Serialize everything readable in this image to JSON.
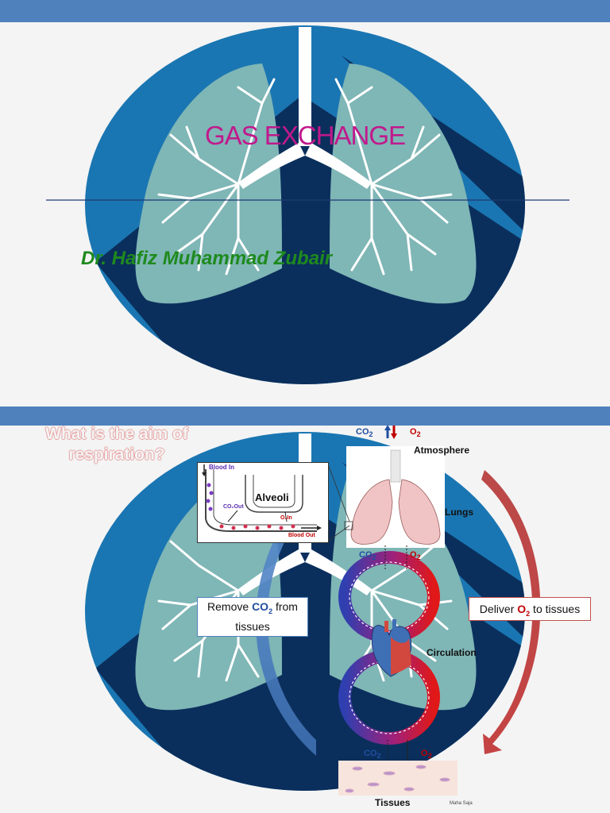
{
  "slide1": {
    "title": "GAS EXCHANGE",
    "author": "Dr. Hafiz Muhammad Zubair"
  },
  "slide2": {
    "question": "What is the aim of respiration?",
    "remove_callout": {
      "prefix": "Remove ",
      "gas": "CO",
      "gas_sub": "2",
      "suffix": " from tissues"
    },
    "deliver_callout": {
      "prefix": "Deliver ",
      "gas": "O",
      "gas_sub": "2",
      "suffix": " to tissues"
    },
    "diagram": {
      "atmosphere": "Atmosphere",
      "lungs": "Lungs",
      "circulation": "Circulation",
      "tissues": "Tissues",
      "credit": "Maha Saja",
      "co2_label": "CO",
      "o2_label": "O",
      "sub": "2"
    },
    "inset": {
      "title": "Alveoli",
      "blood_in": "Blood In",
      "blood_out": "Blood Out",
      "co2_out": "CO₂Out",
      "o2_in": "O₂In"
    }
  },
  "colors": {
    "header_bar": "#4f81bd",
    "disc_light": "#1a76b2",
    "disc_dark": "#0b2f5c",
    "lung": "#7fb6b6",
    "title": "#c0198c",
    "author": "#1e8a1e"
  }
}
